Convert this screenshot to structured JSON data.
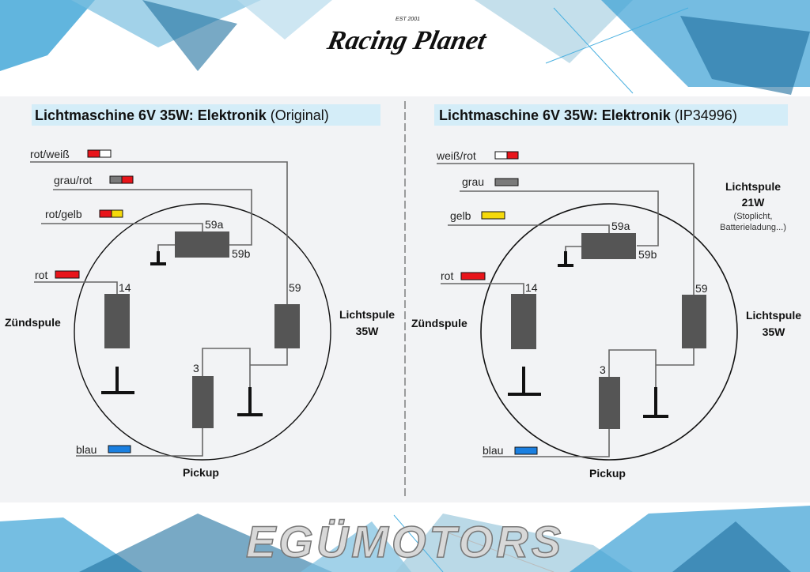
{
  "logo": {
    "text": "Racing Planet",
    "est": "EST 2001"
  },
  "watermark": "EGÜMOTORS",
  "left": {
    "title_bold": "Lichtmaschine 6V 35W: Elektronik ",
    "title_paren": "(Original)",
    "wires": [
      "rot/weiß",
      "grau/rot",
      "rot/gelb",
      "rot",
      "blau"
    ],
    "terminals": [
      "59a",
      "59b",
      "14",
      "59",
      "3"
    ],
    "zuendspule": "Zündspule",
    "pickup": "Pickup",
    "lichtspule": "Lichtspule",
    "lichtspule_w": "35W"
  },
  "right": {
    "title_bold": "Lichtmaschine 6V 35W: Elektronik ",
    "title_paren": "(IP34996)",
    "wires": [
      "weiß/rot",
      "grau",
      "gelb",
      "rot",
      "blau"
    ],
    "terminals": [
      "59a",
      "59b",
      "14",
      "59",
      "3"
    ],
    "zuendspule": "Zündspule",
    "pickup": "Pickup",
    "lichtspule": "Lichtspule",
    "lichtspule_w": "35W",
    "lichtspule2": "Lichtspule",
    "lichtspule2_w": "21W",
    "note1": "(Stoplicht,",
    "note2": "Batterieladung...)"
  },
  "colors": {
    "red": "#e8141a",
    "white": "#ffffff",
    "gray": "#7a7a7a",
    "yellow": "#f5d90a",
    "blue": "#1a7fe0",
    "titlebg": "#d4edf8"
  }
}
